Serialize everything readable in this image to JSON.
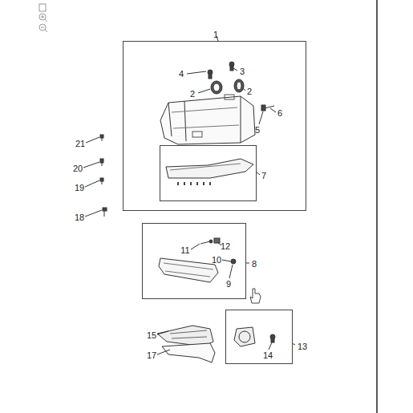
{
  "diagram": {
    "nodes": [
      {
        "text": [
          "1"
        ]
      },
      {
        "text": [
          "7"
        ],
        "in": 0
      },
      {
        "text": [
          "8"
        ]
      },
      {
        "text": [
          "13"
        ]
      }
    ],
    "labels": [
      "4",
      "3",
      "2",
      "2",
      "6",
      "5",
      "21",
      "20",
      "19",
      "18",
      "11",
      "12",
      "10",
      "9",
      "15",
      "17",
      "14"
    ]
  }
}
